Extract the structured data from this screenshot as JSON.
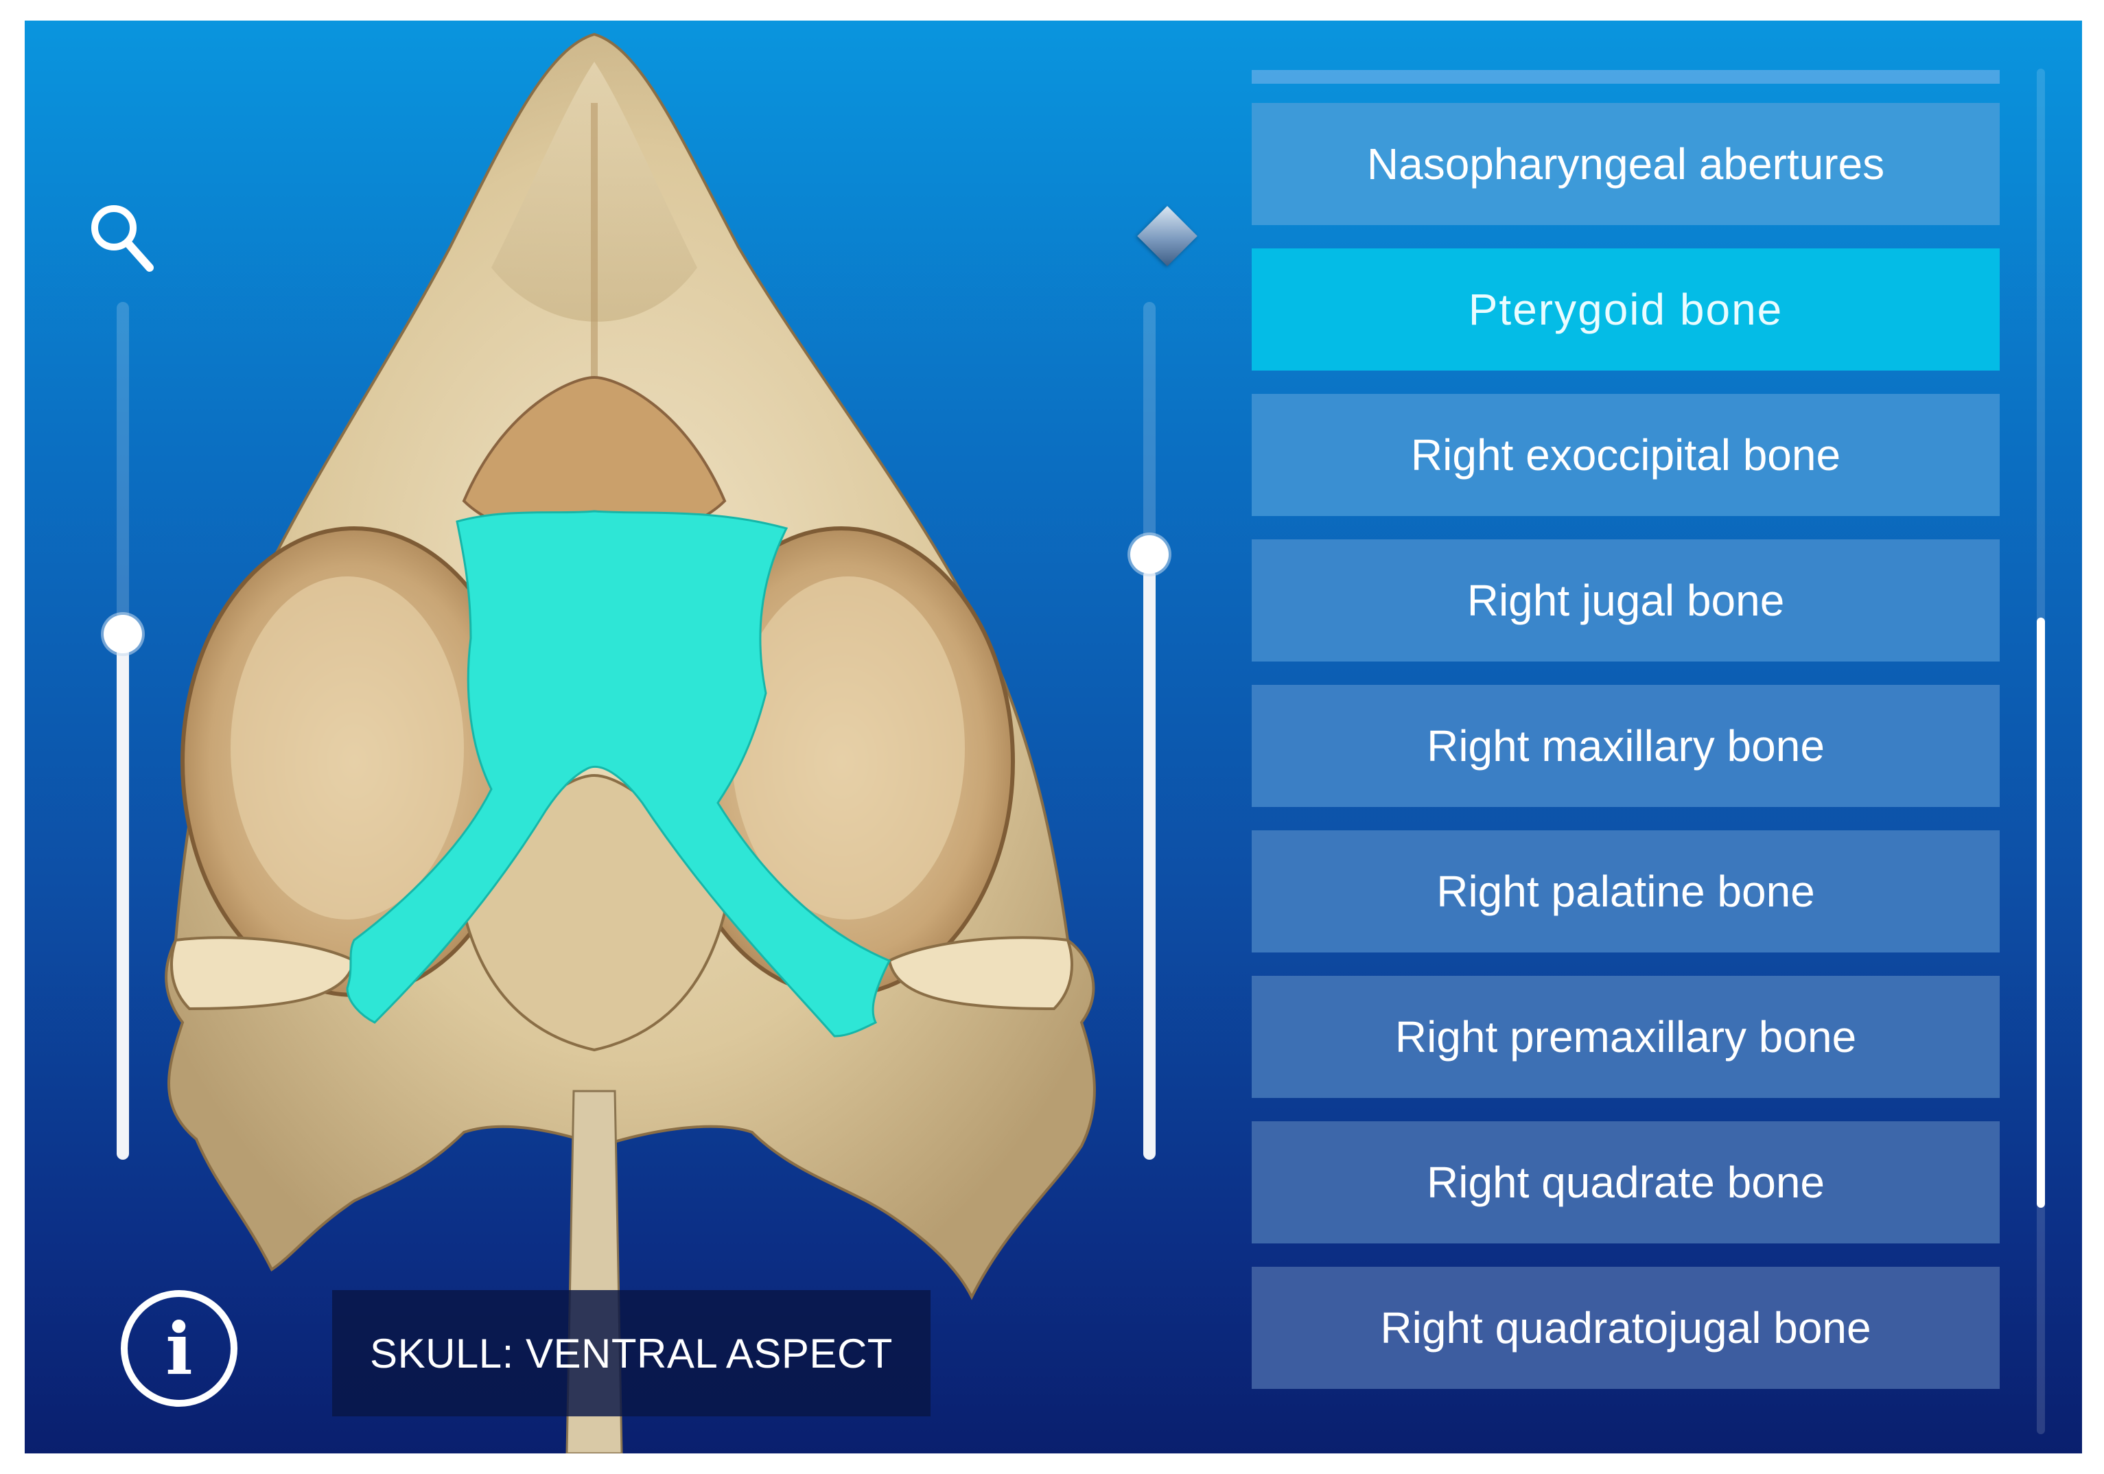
{
  "view": {
    "caption": "SKULL: VENTRAL ASPECT",
    "info_icon_glyph": "i",
    "highlight_color": "#2ee6d6"
  },
  "controls": {
    "zoom_icon": "magnifier-icon",
    "opacity_icon": "diamond-icon"
  },
  "structures": {
    "items": [
      {
        "label": "Nasopharyngeal abertures",
        "selected": false
      },
      {
        "label": "Pterygoid bone",
        "selected": true
      },
      {
        "label": "Right exoccipital bone",
        "selected": false
      },
      {
        "label": "Right jugal bone",
        "selected": false
      },
      {
        "label": "Right maxillary bone",
        "selected": false
      },
      {
        "label": "Right palatine bone",
        "selected": false
      },
      {
        "label": "Right premaxillary bone",
        "selected": false
      },
      {
        "label": "Right quadrate bone",
        "selected": false
      },
      {
        "label": "Right quadratojugal bone",
        "selected": false
      }
    ]
  },
  "colors": {
    "selected_item": "#04bce6",
    "item_background": "#3a86c9"
  }
}
